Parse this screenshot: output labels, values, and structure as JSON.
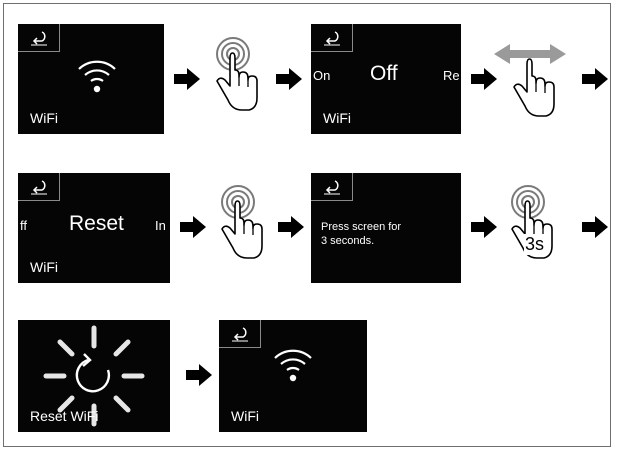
{
  "screens": {
    "s1": {
      "label": "WiFi"
    },
    "s2": {
      "left": "On",
      "center": "Off",
      "right": "Re",
      "label": "WiFi"
    },
    "s3": {
      "left": "ff",
      "center": "Reset",
      "right": "In",
      "label": "WiFi"
    },
    "s4": {
      "line1": "Press screen for",
      "line2": "3 seconds."
    },
    "s5": {
      "label": "Reset WiFi"
    },
    "s6": {
      "label": "WiFi"
    }
  },
  "gestures": {
    "hold_label": "3s"
  },
  "colors": {
    "screen": "#050505",
    "text": "#ffffff",
    "arrow": "#000000",
    "swipe": "#9a9a9a"
  },
  "icons": [
    "back-icon",
    "wifi-icon",
    "tap-hand-icon",
    "swipe-hand-icon",
    "hold-hand-icon",
    "reset-icon",
    "arrow-right-icon"
  ]
}
